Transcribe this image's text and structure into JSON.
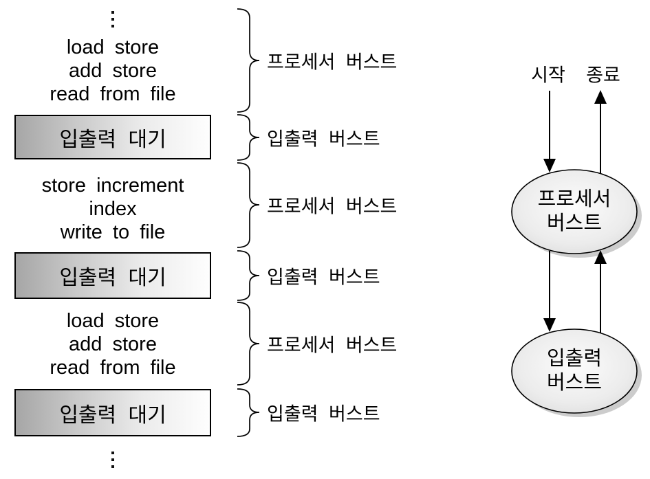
{
  "figure": {
    "type": "cpu-io-burst-cycle-diagram",
    "left_sequence": {
      "ellipsis_top": "⋮",
      "ellipsis_bottom": "⋮",
      "sections": [
        {
          "kind": "cpu",
          "lines": [
            "load store",
            "add store",
            "read from file"
          ],
          "brace_label": "프로세서 버스트"
        },
        {
          "kind": "io",
          "box_text": "입출력 대기",
          "brace_label": "입출력 버스트"
        },
        {
          "kind": "cpu",
          "lines": [
            "store increment",
            "index",
            "write to file"
          ],
          "brace_label": "프로세서 버스트"
        },
        {
          "kind": "io",
          "box_text": "입출력 대기",
          "brace_label": "입출력 버스트"
        },
        {
          "kind": "cpu",
          "lines": [
            "load store",
            "add store",
            "read from file"
          ],
          "brace_label": "프로세서 버스트"
        },
        {
          "kind": "io",
          "box_text": "입출력 대기",
          "brace_label": "입출력 버스트"
        }
      ]
    },
    "state_flow": {
      "start_label": "시작",
      "end_label": "종료",
      "nodes": [
        {
          "lines": [
            "프로세서",
            "버스트"
          ]
        },
        {
          "lines": [
            "입출력",
            "버스트"
          ]
        }
      ]
    },
    "colors": {
      "ink": "#000000",
      "background": "#ffffff",
      "io_box_gradient_left": "#a6a6a6",
      "io_box_gradient_right": "#fefefe",
      "ellipse_fill_center": "#fcfcfc",
      "ellipse_fill_edge": "#d2d2d2",
      "ellipse_shadow": "#cccccc"
    }
  }
}
